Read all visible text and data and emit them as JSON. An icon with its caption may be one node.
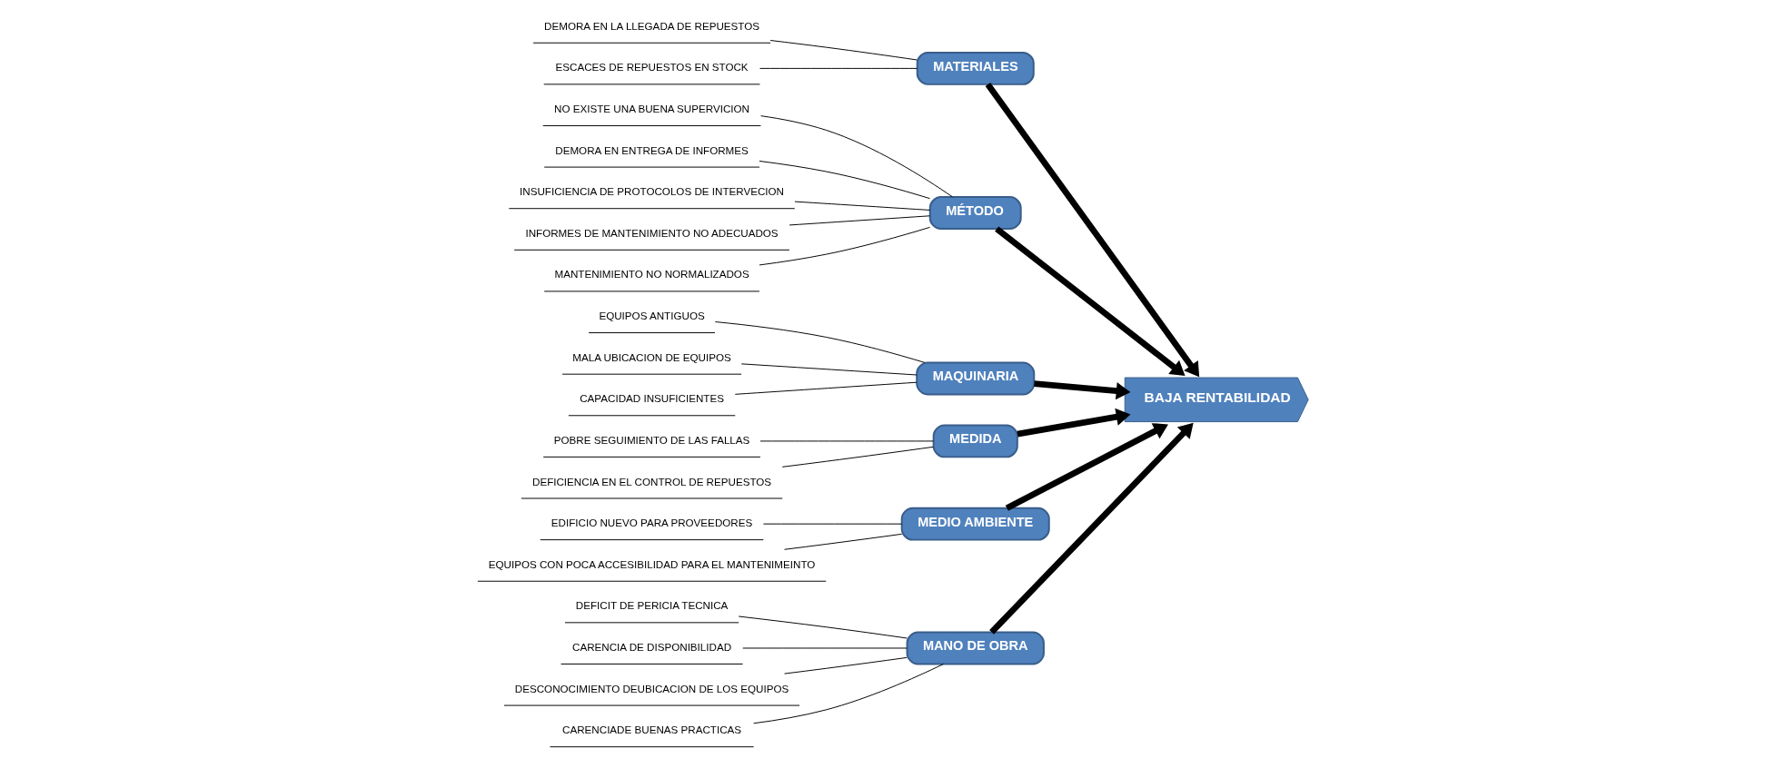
{
  "diagram": {
    "nodes": [
      {
        "text": [
          "MANO DE OBRA"
        ]
      },
      {
        "text": [
          "DEFICIT DE PERICIA TECNICA"
        ]
      },
      {
        "text": [
          "CARENCIA DE DISPONIBILIDAD"
        ]
      },
      {
        "text": [
          "DESCONOCIMIENTO DEUBICACION DE LOS EQUIPOS"
        ]
      },
      {
        "text": [
          "CARENCIADE BUENAS PRACTICAS"
        ]
      },
      {
        "text": [
          "MATERIALES"
        ]
      },
      {
        "text": [
          "DEMORA EN LA LLEGADA DE REPUESTOS"
        ]
      },
      {
        "text": [
          "ESCACES DE REPUESTOS EN STOCK"
        ]
      },
      {
        "text": [
          "MÉTODO"
        ]
      },
      {
        "text": [
          "NO EXISTE UNA BUENA SUPERVICION"
        ]
      },
      {
        "text": [
          "DEMORA EN ENTREGA DE INFORMES"
        ]
      },
      {
        "text": [
          "INSUFICIENCIA DE PROTOCOLOS DE INTERVECION"
        ]
      },
      {
        "text": [
          "INFORMES DE MANTENIMIENTO NO ADECUADOS"
        ]
      },
      {
        "text": [
          "MANTENIMIENTO NO NORMALIZADOS"
        ]
      },
      {
        "text": [
          "BAJA RENTABILIDAD"
        ]
      },
      {
        "text": [
          "EQUIPOS ANTIGUOS"
        ]
      },
      {
        "text": [
          "MALA UBICACION DE EQUIPOS"
        ]
      },
      {
        "text": [
          "CAPACIDAD INSUFICIENTES"
        ]
      },
      {
        "text": [
          "MAQUINARIA"
        ]
      },
      {
        "text": [
          "POBRE SEGUIMIENTO DE LAS FALLAS"
        ]
      },
      {
        "text": [
          "DEFICIENCIA EN EL CONTROL DE REPUESTOS"
        ]
      },
      {
        "text": [
          "MEDIDA"
        ]
      },
      {
        "text": [
          "EDIFICIO NUEVO PARA PROVEEDORES"
        ]
      },
      {
        "text": [
          "EQUIPOS CON POCA ACCESIBILIDAD PARA EL MANTENIMEINTO"
        ]
      },
      {
        "text": [
          "MEDIO AMBIENTE"
        ]
      }
    ],
    "edges": [
      {
        "from": 0,
        "to": 14,
        "arrow": "to",
        "style": "thick"
      },
      {
        "from": 5,
        "to": 14,
        "arrow": "to",
        "style": "thick"
      },
      {
        "from": 8,
        "to": 14,
        "arrow": "to",
        "style": "thick"
      },
      {
        "from": 18,
        "to": 14,
        "arrow": "to",
        "style": "thick"
      },
      {
        "from": 21,
        "to": 14,
        "arrow": "to",
        "style": "thick"
      },
      {
        "from": 24,
        "to": 14,
        "arrow": "to",
        "style": "thick"
      },
      {
        "from": 1,
        "to": 0,
        "arrow": "none"
      },
      {
        "from": 2,
        "to": 0,
        "arrow": "none"
      },
      {
        "from": 3,
        "to": 0,
        "arrow": "none"
      },
      {
        "from": 4,
        "to": 0,
        "arrow": "none"
      },
      {
        "from": 6,
        "to": 5,
        "arrow": "none"
      },
      {
        "from": 7,
        "to": 5,
        "arrow": "none"
      },
      {
        "from": 9,
        "to": 8,
        "arrow": "none"
      },
      {
        "from": 10,
        "to": 8,
        "arrow": "none"
      },
      {
        "from": 11,
        "to": 8,
        "arrow": "none"
      },
      {
        "from": 12,
        "to": 8,
        "arrow": "none"
      },
      {
        "from": 13,
        "to": 8,
        "arrow": "none"
      },
      {
        "from": 15,
        "to": 18,
        "arrow": "none"
      },
      {
        "from": 16,
        "to": 18,
        "arrow": "none"
      },
      {
        "from": 17,
        "to": 18,
        "arrow": "none"
      },
      {
        "from": 19,
        "to": 21,
        "arrow": "none"
      },
      {
        "from": 20,
        "to": 21,
        "arrow": "none"
      },
      {
        "from": 22,
        "to": 24,
        "arrow": "none"
      },
      {
        "from": 23,
        "to": 24,
        "arrow": "none"
      }
    ]
  }
}
